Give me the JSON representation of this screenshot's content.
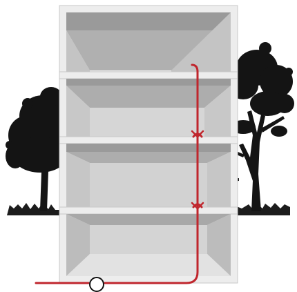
{
  "illustration": {
    "subject": "building-section-with-riser",
    "floors": 4,
    "riser_branches": 3,
    "colors": {
      "background": "#ffffff",
      "frame_fill": "#ededed",
      "frame_stroke": "#c8c8c8",
      "room_dark": "#9a9a9a",
      "room_mid": "#b8b8b8",
      "room_light": "#d6d6d6",
      "tree": "#141414",
      "grass": "#1c1c1c",
      "pipe": "#c0262d",
      "valve_fill": "#ffffff",
      "valve_stroke": "#111111"
    },
    "icons": {
      "left_tree": "tree-icon",
      "right_tree": "tree-icon",
      "valve": "valve-circle-icon"
    }
  }
}
